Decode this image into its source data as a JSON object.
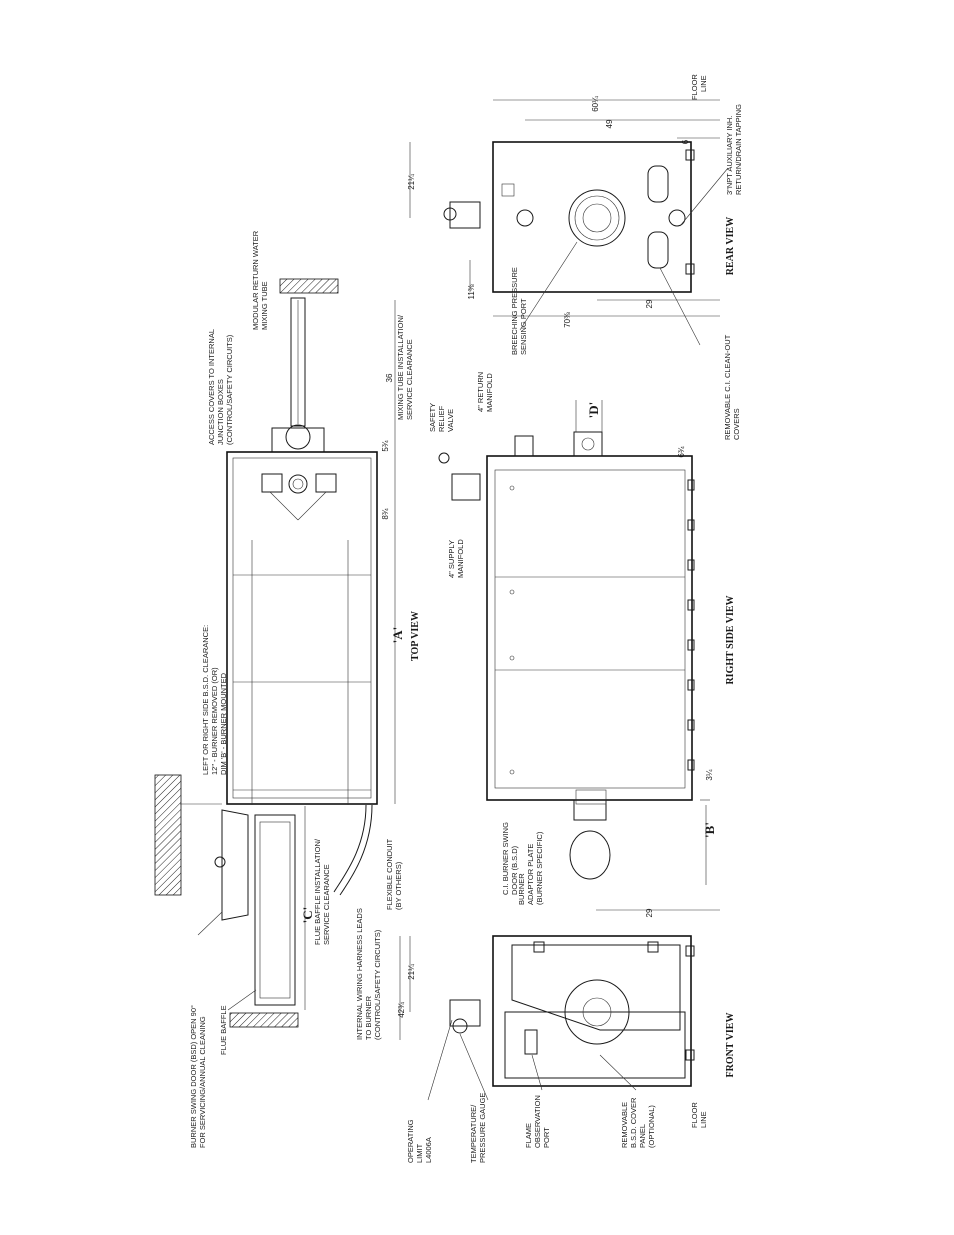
{
  "views": {
    "top": "TOP VIEW",
    "right_side": "RIGHT SIDE VIEW",
    "rear": "REAR VIEW",
    "front": "FRONT VIEW"
  },
  "dimension_labels": {
    "a": "'A'",
    "b": "'B'",
    "c": "'C'",
    "d": "'D'"
  },
  "callouts": {
    "bsd_open": "BURNER SWING DOOR (BSD) OPEN 90°",
    "bsd_open_2": "FOR SERVICING/ANNUAL CLEANING",
    "flue_baffle": "FLUE BAFFLE",
    "bsd_clearance_1": "LEFT OR RIGHT SIDE B.S.D. CLEARANCE:",
    "bsd_clearance_2": "12\" - BURNER REMOVED (OR)",
    "bsd_clearance_3": "DIM 'B' - BURNER MOUNTED",
    "access_covers_1": "ACCESS COVERS TO INTERNAL",
    "access_covers_2": "JUNCTION BOXES",
    "access_covers_3": "(CONTROL/SAFETY CIRCUITS)",
    "mixing_tube_1": "MODULAR RETURN WATER",
    "mixing_tube_2": "MIXING TUBE",
    "mixing_clear_1": "MIXING TUBE INSTALLATION/",
    "mixing_clear_2": "SERVICE CLEARANCE",
    "flex_conduit_1": "FLEXIBLE CONDUIT",
    "flex_conduit_2": "(BY OTHERS)",
    "flue_clear_1": "FLUE BAFFLE INSTALLATION/",
    "flue_clear_2": "SERVICE CLEARANCE",
    "wiring_1": "INTERNAL WIRING HARNESS LEADS",
    "wiring_2": "TO BURNER",
    "wiring_3": "(CONTROL/SAFETY CIRCUITS)",
    "relief_1": "SAFETY",
    "relief_2": "RELIEF",
    "relief_3": "VALVE",
    "return_manifold_1": "4\" RETURN",
    "return_manifold_2": "MANIFOLD",
    "supply_manifold_1": "4\" SUPPLY",
    "supply_manifold_2": "MANIFOLD",
    "ci_door_1": "C.I. BURNER SWING",
    "ci_door_2": "DOOR (B.S.D)",
    "adaptor_1": "BURNER",
    "adaptor_2": "ADAPTOR PLATE",
    "adaptor_3": "(BURNER SPECIFIC)",
    "breeching_1": "BREECHING PRESSURE",
    "breeching_2": "SENSING PORT",
    "cleanout_1": "REMOVABLE C.I. CLEAN-OUT",
    "cleanout_2": "COVERS",
    "aux_1": "3\"NPT AUXILIARY INH.",
    "aux_2": "RETURN/DRAIN TAPPING",
    "floor_line_1": "FLOOR",
    "floor_line_2": "LINE",
    "op_limit_1": "OPERATING",
    "op_limit_2": "LIMIT",
    "op_limit_3": "L4006A",
    "temp_gauge_1": "TEMPERATURE/",
    "temp_gauge_2": "PRESSURE GAUGE",
    "flame_port_1": "FLAME",
    "flame_port_2": "OBSERVATION",
    "flame_port_3": "PORT",
    "bsd_cover_1": "REMOVABLE",
    "bsd_cover_2": "B.S.D. COVER",
    "bsd_cover_3": "PANEL",
    "bsd_cover_4": "(OPTIONAL)"
  },
  "dimensions": {
    "top_36": "36",
    "top_5_3_4": "5¾",
    "top_8_3_4": "8¾",
    "rear_60": "60¼",
    "rear_49": "49",
    "rear_6": "6",
    "rear_21": "21¼",
    "rear_11": "11⅜",
    "rear_29": "29",
    "rear_70": "70⅜",
    "side_6_3_4": "6¾",
    "side_3_1_4": "3¼",
    "front_29": "29",
    "front_21": "21¼",
    "front_42": "42¾"
  },
  "colors": {
    "ink": "#1a1a1a",
    "paper": "#ffffff"
  }
}
